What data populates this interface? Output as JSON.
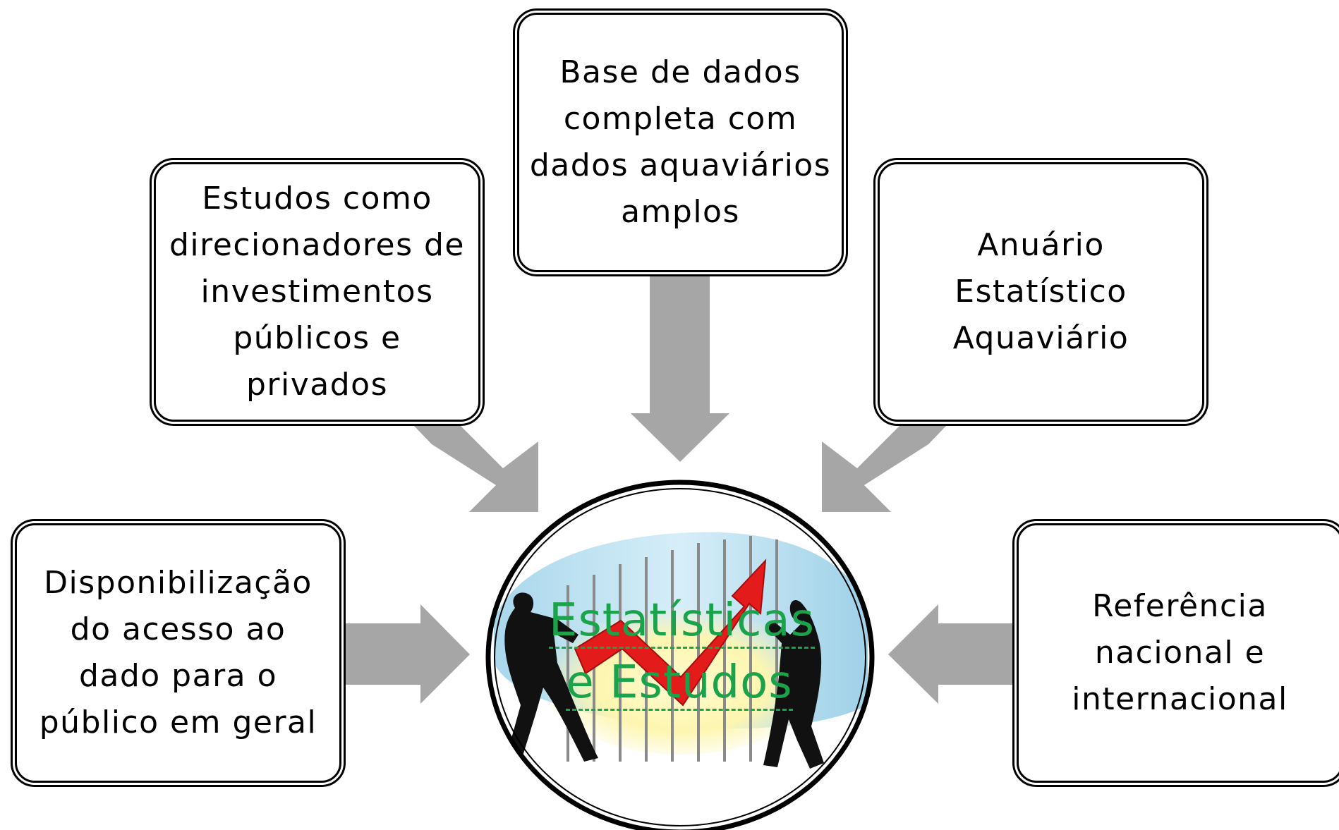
{
  "diagram": {
    "center": {
      "line1": "Estatísticas",
      "line2": "e Estudos",
      "text_color": "#1aa34a"
    },
    "boxes": {
      "base": "Base de dados\ncompleta com\ndados aquaviários\namplos",
      "estudos": "Estudos como\ndirecionadores de\ninvestimentos\npúblicos e\nprivados",
      "anuario": "Anuário\nEstatístico\nAquaviário",
      "disponibilizacao": "Disponibilização\ndo acesso ao\ndado para o\npúblico em geral",
      "referencia": "Referência\nnacional e\ninternacional"
    },
    "colors": {
      "arrow": "#a6a6a6",
      "chart_arrow": "#e31b1b",
      "border": "#000000"
    },
    "icons": [
      "businessmen-pulling-growth-arrow-illustration"
    ]
  }
}
